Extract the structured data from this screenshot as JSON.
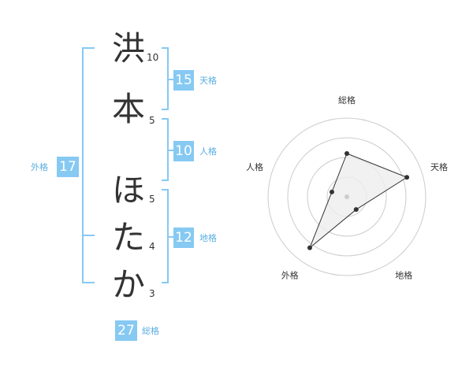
{
  "name": {
    "chars": [
      {
        "char": "洪",
        "strokes": "10"
      },
      {
        "char": "本",
        "strokes": "5"
      },
      {
        "char": "ほ",
        "strokes": "5"
      },
      {
        "char": "た",
        "strokes": "4"
      },
      {
        "char": "か",
        "strokes": "3"
      }
    ]
  },
  "fortune": {
    "tenkaku": {
      "value": "15",
      "label": "天格"
    },
    "jinkaku": {
      "value": "10",
      "label": "人格"
    },
    "chikaku": {
      "value": "12",
      "label": "地格"
    },
    "gaikaku": {
      "value": "17",
      "label": "外格"
    },
    "soukaku": {
      "value": "27",
      "label": "総格"
    }
  },
  "chart_data": {
    "type": "radar",
    "axes": [
      "総格",
      "天格",
      "地格",
      "外格",
      "人格"
    ],
    "values": [
      0.55,
      0.8,
      0.2,
      0.8,
      0.2
    ],
    "rings": 4,
    "colors": {
      "grid": "#cccccc",
      "fill": "#eeeeee",
      "stroke": "#333333",
      "point": "#333333",
      "center": "#cccccc"
    }
  },
  "colors": {
    "accent": "#86c9f3",
    "accent_text": "#5aaee0"
  }
}
